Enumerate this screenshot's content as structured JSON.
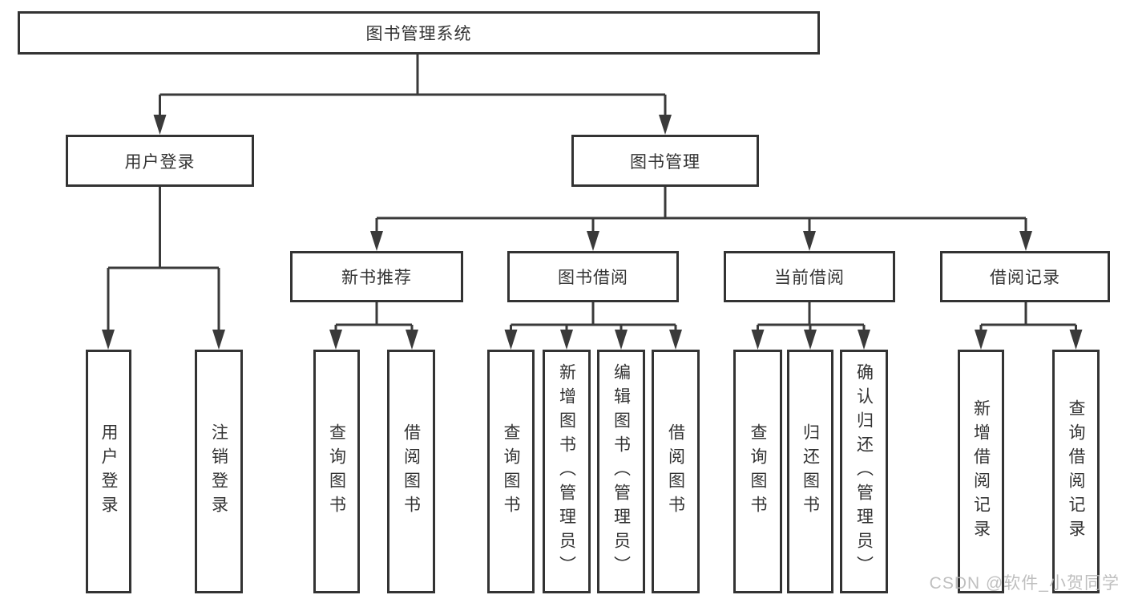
{
  "diagram": {
    "type": "hierarchy-tree",
    "root": {
      "label": "图书管理系统"
    },
    "branches": [
      {
        "label": "用户登录",
        "children": [
          {
            "label": "用户登录"
          },
          {
            "label": "注销登录"
          }
        ]
      },
      {
        "label": "图书管理",
        "children": [
          {
            "label": "新书推荐",
            "children": [
              {
                "label": "查询图书"
              },
              {
                "label": "借阅图书"
              }
            ]
          },
          {
            "label": "图书借阅",
            "children": [
              {
                "label": "查询图书"
              },
              {
                "label": "新增图书（管理员）"
              },
              {
                "label": "编辑图书（管理员）"
              },
              {
                "label": "借阅图书"
              }
            ]
          },
          {
            "label": "当前借阅",
            "children": [
              {
                "label": "查询图书"
              },
              {
                "label": "归还图书"
              },
              {
                "label": "确认归还（管理员）"
              }
            ]
          },
          {
            "label": "借阅记录",
            "children": [
              {
                "label": "新增借阅记录"
              },
              {
                "label": "查询借阅记录"
              }
            ]
          }
        ]
      }
    ],
    "watermark": "CSDN @软件_小贺同学",
    "colors": {
      "line": "#3a3a3a",
      "border": "#333333",
      "text": "#333333",
      "watermark": "#b5b5b5",
      "background": "#ffffff"
    }
  }
}
